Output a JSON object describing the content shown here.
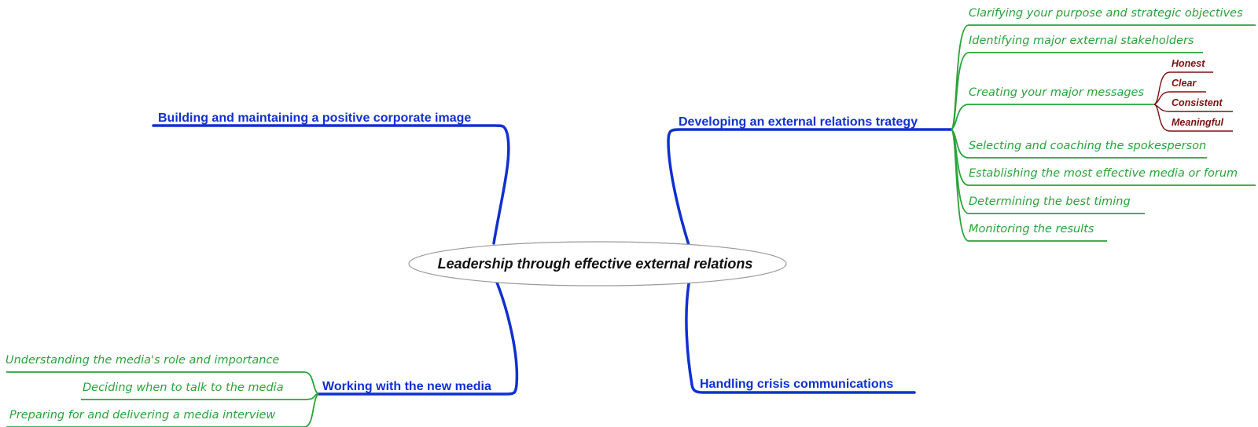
{
  "colors": {
    "main_branch": "#1030d0",
    "sub_branch": "#2aa33a",
    "leaf_branch": "#7b1010",
    "center_outline": "#9a9a9a",
    "center_text": "#111111"
  },
  "center": {
    "title": "Leadership through effective external relations"
  },
  "branches": {
    "corporate_image": {
      "label": "Building and maintaining a positive corporate image"
    },
    "strategy": {
      "label": "Developing an external relations trategy",
      "children": [
        {
          "label": "Clarifying your purpose and strategic objectives"
        },
        {
          "label": "Identifying major external stakeholders"
        },
        {
          "label": "Creating your major messages",
          "children": [
            "Honest",
            "Clear",
            "Consistent",
            "Meaningful"
          ]
        },
        {
          "label": "Selecting and coaching the spokesperson"
        },
        {
          "label": "Establishing the most effective media or forum"
        },
        {
          "label": "Determining the best timing"
        },
        {
          "label": "Monitoring the results"
        }
      ]
    },
    "new_media": {
      "label": "Working with the new media",
      "children": [
        {
          "label": "Understanding the media's role and importance"
        },
        {
          "label": "Deciding when to talk to the media"
        },
        {
          "label": "Preparing for and delivering a media interview"
        }
      ]
    },
    "crisis": {
      "label": "Handling crisis communications"
    }
  }
}
